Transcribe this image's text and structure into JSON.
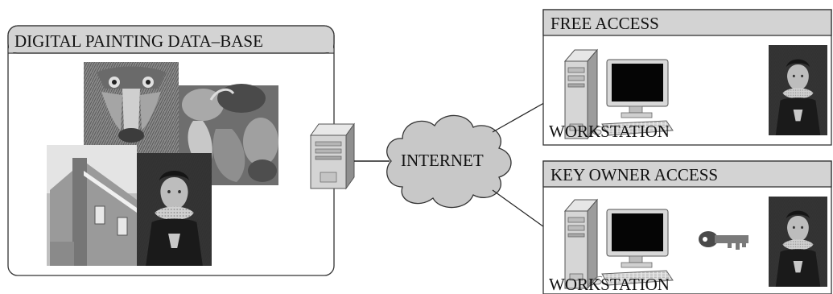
{
  "database": {
    "title": "DIGITAL PAINTING DATA–BASE"
  },
  "network": {
    "label": "INTERNET"
  },
  "free_access": {
    "title": "FREE ACCESS",
    "workstation_label": "WORKSTATION"
  },
  "key_owner_access": {
    "title": "KEY OWNER ACCESS",
    "workstation_label": "WORKSTATION"
  },
  "icons": [
    "server-icon",
    "cloud-icon",
    "workstation-icon",
    "key-icon",
    "painting-thumbnail"
  ]
}
